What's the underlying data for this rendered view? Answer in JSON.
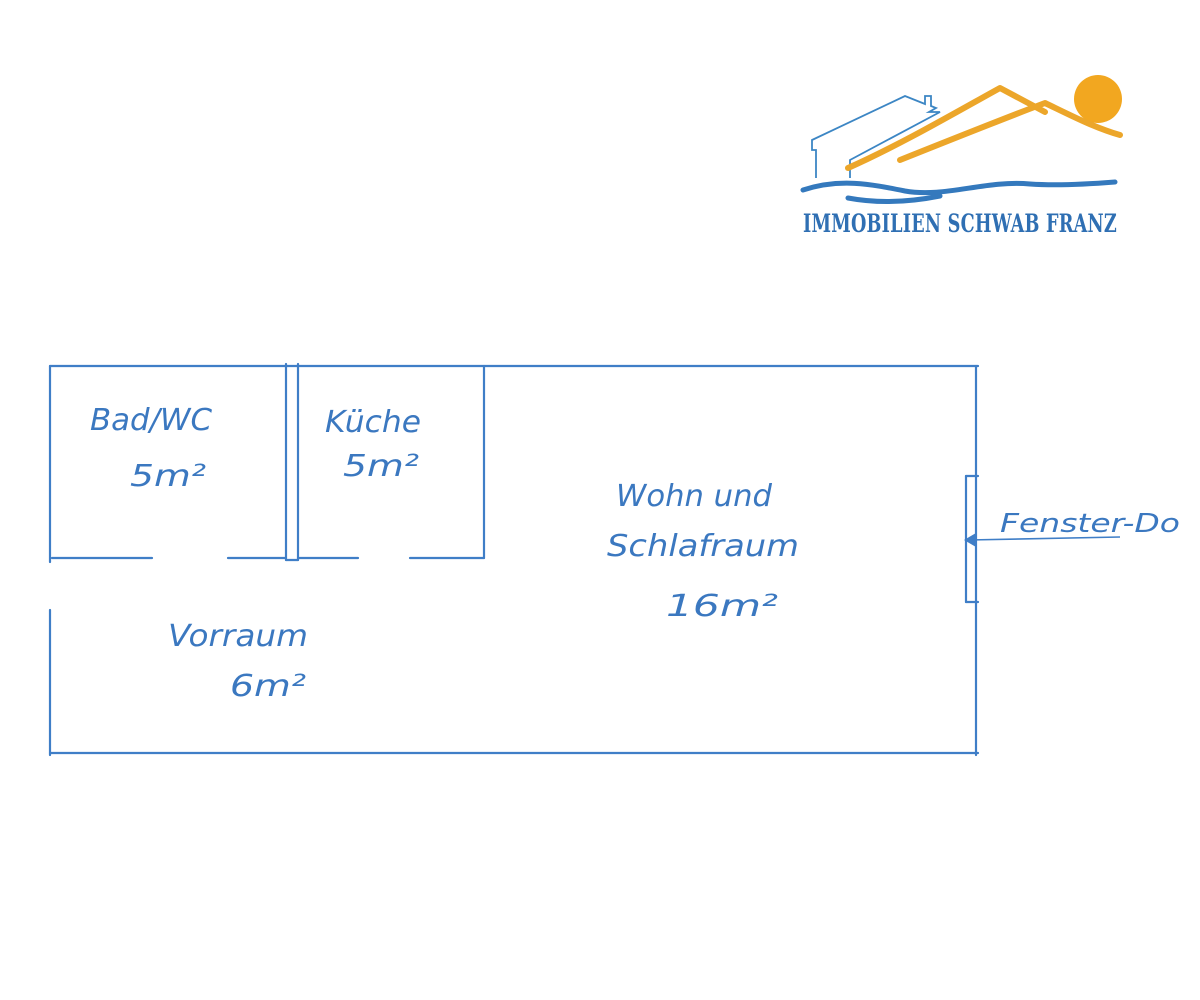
{
  "logo": {
    "company_name": "IMMOBILIEN SCHWAB FRANZ",
    "colors": {
      "sun": "#f2a720",
      "mountain": "#eca62a",
      "house": "#3c86c4",
      "wave": "#3479bd",
      "text": "#2f6fb3"
    }
  },
  "floorplan": {
    "ink_color": "#3f7ec7",
    "rooms": [
      {
        "name": "Bad/WC",
        "area": "5m²"
      },
      {
        "name": "Küche",
        "area": "5m²"
      },
      {
        "name_line1": "Wohn und",
        "name_line2": "Schlafraum",
        "area": "16m²"
      },
      {
        "name": "Vorraum",
        "area": "6m²"
      }
    ],
    "window_label": "Fenster-Do"
  }
}
